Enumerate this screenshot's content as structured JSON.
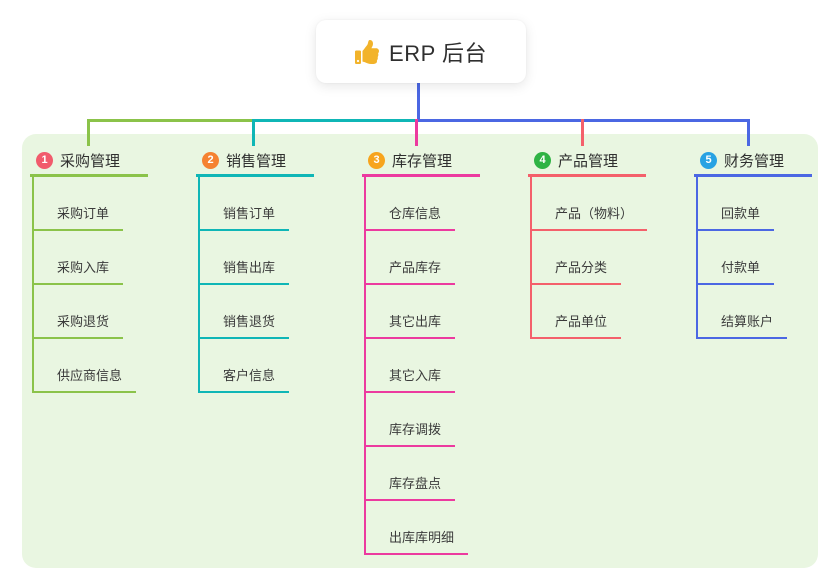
{
  "root": {
    "title": "ERP 后台",
    "icon_name": "thumbs-up",
    "icon_color": "#f2b32a",
    "connector_color": "#4b67e3"
  },
  "panel_color": "#e9f6e1",
  "branches": [
    {
      "badge": "1",
      "badge_color": "#f15b6c",
      "line_color": "#8bc34a",
      "title": "采购管理",
      "children": [
        "采购订单",
        "采购入库",
        "采购退货",
        "供应商信息"
      ]
    },
    {
      "badge": "2",
      "badge_color": "#f58231",
      "line_color": "#0fb6b6",
      "title": "销售管理",
      "children": [
        "销售订单",
        "销售出库",
        "销售退货",
        "客户信息"
      ]
    },
    {
      "badge": "3",
      "badge_color": "#f7a41d",
      "line_color": "#ec3a9f",
      "title": "库存管理",
      "children": [
        "仓库信息",
        "产品库存",
        "其它出库",
        "其它入库",
        "库存调拨",
        "库存盘点",
        "出库库明细"
      ]
    },
    {
      "badge": "4",
      "badge_color": "#2fb344",
      "line_color": "#f4606b",
      "title": "产品管理",
      "children": [
        "产品（物料）",
        "产品分类",
        "产品单位"
      ]
    },
    {
      "badge": "5",
      "badge_color": "#27a2e3",
      "line_color": "#4b67e3",
      "title": "财务管理",
      "children": [
        "回款单",
        "付款单",
        "结算账户"
      ]
    }
  ]
}
